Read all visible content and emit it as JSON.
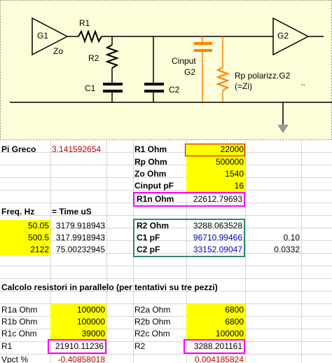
{
  "diagram": {
    "labels": {
      "g1": "G1",
      "zo": "Zo",
      "r1": "R1",
      "r2": "R2",
      "c1": "C1",
      "c2": "C2",
      "cinput": "Cinput",
      "g2a": "G2",
      "rp": "Rp polarizz.G2",
      "zi": "(=Zi)",
      "g2": "G2"
    },
    "colors": {
      "background": "#fdfdda",
      "cinput": "#ff8000"
    }
  },
  "pi": {
    "label": "Pi Greco",
    "value": "3.141592654"
  },
  "params": [
    {
      "label": "R1 Ohm",
      "value": "22000"
    },
    {
      "label": "Rp Ohm",
      "value": "500000"
    },
    {
      "label": "Zo Ohm",
      "value": "1540"
    },
    {
      "label": "Cinput pF",
      "value": "16"
    }
  ],
  "r1n": {
    "label": "R1n Ohm",
    "value": "22612.79693"
  },
  "freq": {
    "header_freq": "Freq. Hz",
    "header_time": "= Time uS",
    "rows": [
      {
        "hz": "50.05",
        "us": "3179.918943"
      },
      {
        "hz": "500.5",
        "us": "317.9918943"
      },
      {
        "hz": "2122",
        "us": "75.00232945"
      }
    ]
  },
  "results": [
    {
      "label": "R2 Ohm",
      "value": "3288.063528",
      "extra": ""
    },
    {
      "label": "C1 pF",
      "value": "96710.99466",
      "extra": "0.10"
    },
    {
      "label": "C2 pF",
      "value": "33152.09047",
      "extra": "0.0332"
    }
  ],
  "parallel": {
    "title": "Calcolo resistori in parallelo (per tentativi su tre pezzi)",
    "left": [
      {
        "label": "R1a Ohm",
        "value": "100000"
      },
      {
        "label": "R1b Ohm",
        "value": "100000"
      },
      {
        "label": "R1c Ohm",
        "value": "39000"
      }
    ],
    "right": [
      {
        "label": "R2a Ohm",
        "value": "6800"
      },
      {
        "label": "R2b Ohm",
        "value": "6800"
      },
      {
        "label": "R2c Ohm",
        "value": "100000"
      }
    ],
    "r1_label": "R1",
    "r1_value": "21910.11236",
    "r2_label": "R2",
    "r2_value": "3288.201161",
    "vpct_label": "Vpct %",
    "vpct_left": "-0.40858018",
    "vpct_right": "0.004185824"
  }
}
